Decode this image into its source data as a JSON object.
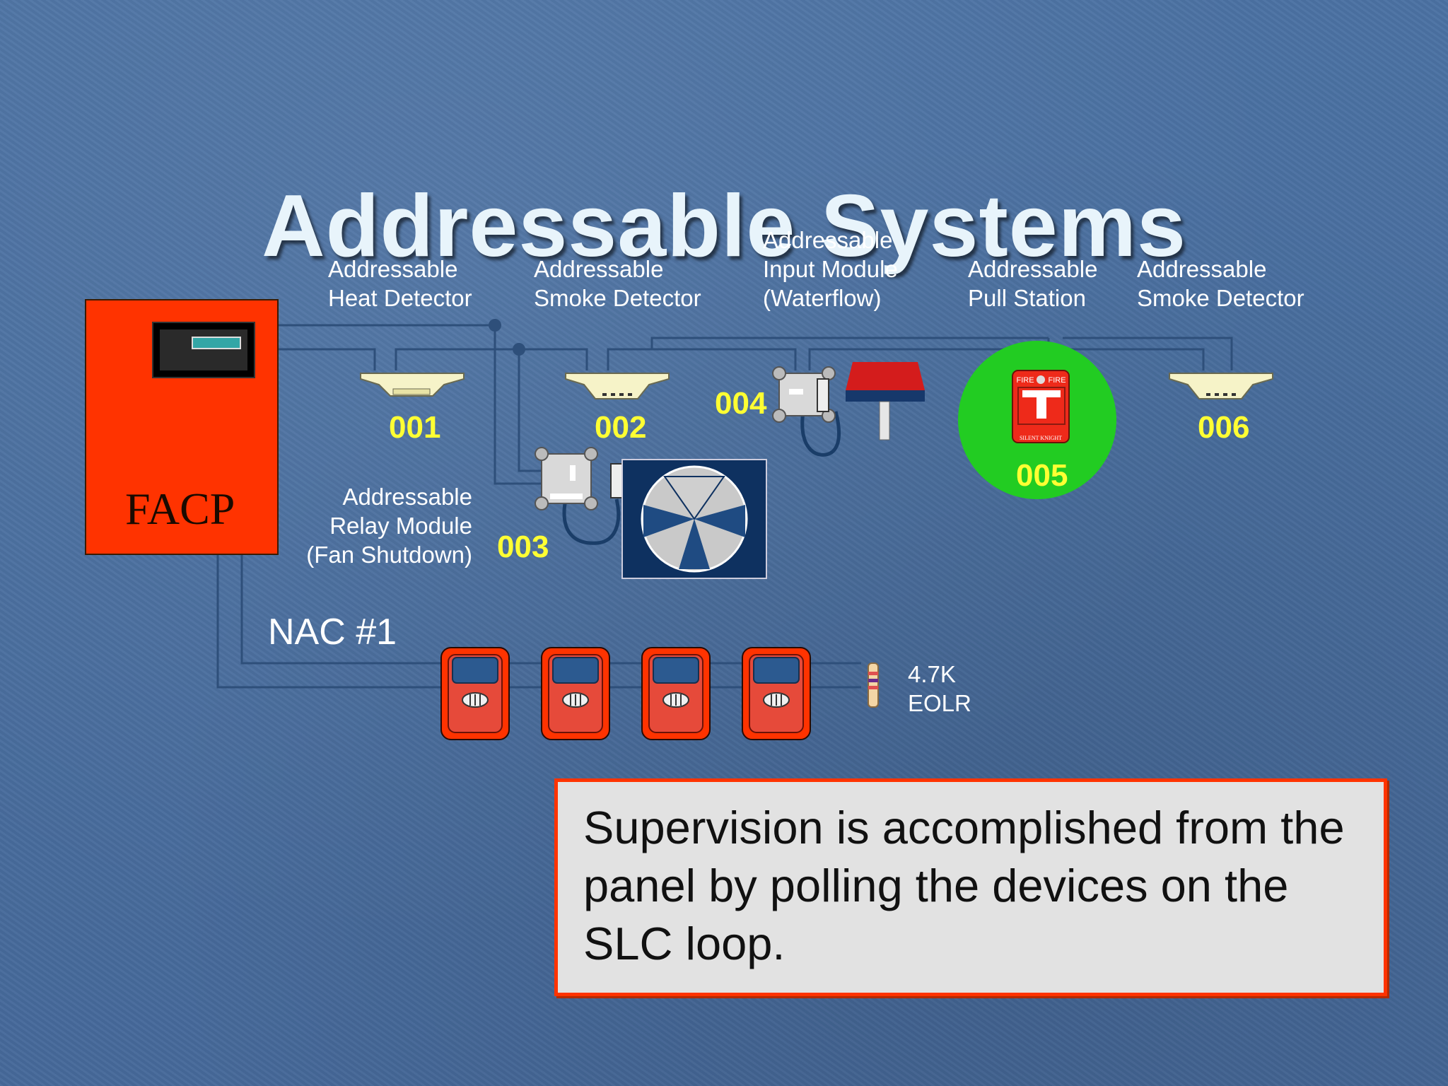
{
  "title": "Addressable Systems",
  "panel": {
    "label": "FACP"
  },
  "devices": [
    {
      "id": "heat-detector",
      "label_lines": [
        "Addressable",
        "Heat Detector"
      ],
      "address": "001"
    },
    {
      "id": "smoke-detector-1",
      "label_lines": [
        "Addressable",
        "Smoke Detector"
      ],
      "address": "002"
    },
    {
      "id": "relay-module",
      "label_lines": [
        "Addressable",
        "Relay Module",
        "(Fan Shutdown)"
      ],
      "address": "003"
    },
    {
      "id": "input-module",
      "label_lines": [
        "Addressable",
        "Input Module",
        "(Waterflow)"
      ],
      "address": "004"
    },
    {
      "id": "pull-station",
      "label_lines": [
        "Addressable",
        "Pull Station"
      ],
      "address": "005"
    },
    {
      "id": "smoke-detector-2",
      "label_lines": [
        "Addressable",
        "Smoke Detector"
      ],
      "address": "006"
    }
  ],
  "pull_station_text": {
    "fire_left": "FIRE",
    "fire_right": "FIRE",
    "brand": "SILENT KNIGHT"
  },
  "nac": {
    "label": "NAC #1",
    "appliance_count": 4
  },
  "eolr": {
    "value": "4.7K",
    "label": "EOLR"
  },
  "note": "Supervision is accomplished from the panel by polling the devices on the SLC loop.",
  "colors": {
    "background": "#4a6f9e",
    "panel": "#ff3300",
    "address_text": "#ffff33",
    "wire": "#2e4f7a",
    "pull_station_highlight": "#22cc22",
    "note_border": "#ff3300"
  }
}
